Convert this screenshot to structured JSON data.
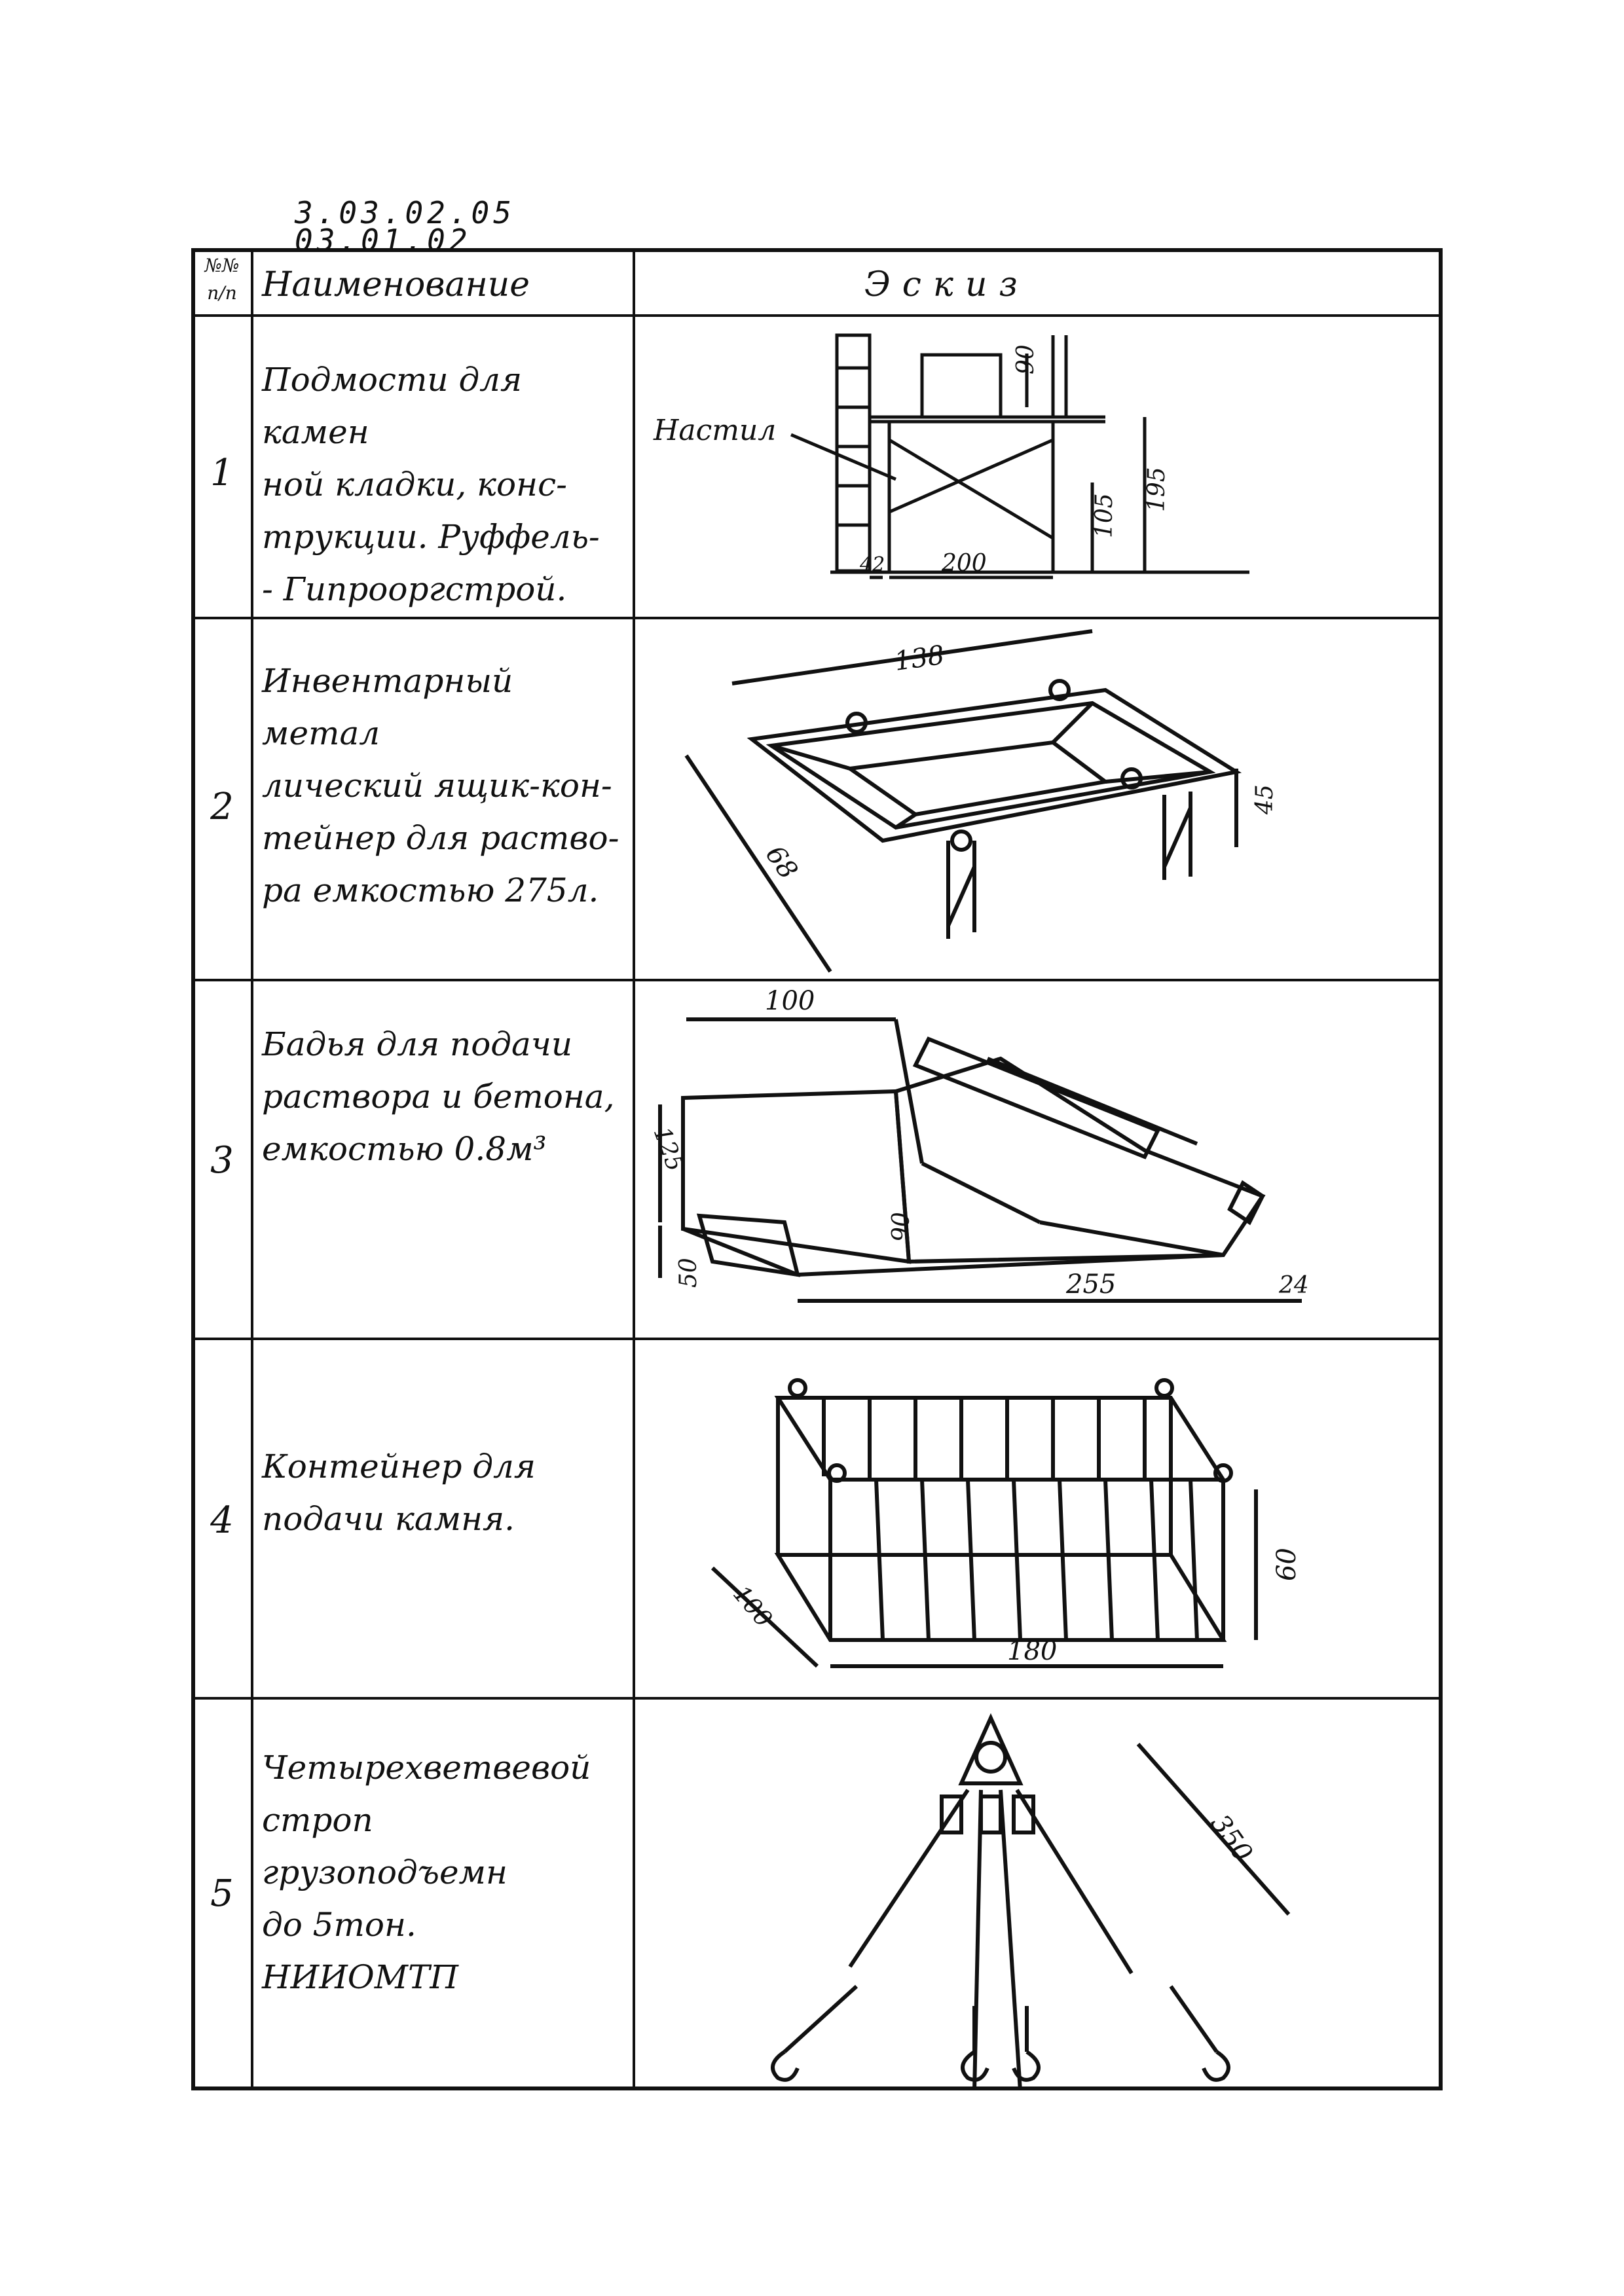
{
  "doc_code_line1": "3.03.02.05",
  "doc_code_line2": "03.01.02",
  "header": {
    "num": "№№\nп/п",
    "name": "Наименование",
    "sketch": "Эскиз"
  },
  "rows": [
    {
      "num": "1",
      "name": "Подмости для камен\nной кладки, конс-\nтрукции. Руффель-\n- Гипрооргстрой.",
      "labels": {
        "callout": "Настил",
        "d1": "90",
        "d2": "195",
        "d3": "105",
        "d4": "42",
        "d5": "200"
      }
    },
    {
      "num": "2",
      "name": "Инвентарный метал\nлический ящик-кон-\nтейнер для раство-\nра емкостью 275л.",
      "labels": {
        "d1": "138",
        "d2": "68",
        "d3": "45"
      }
    },
    {
      "num": "3",
      "name": "Бадья для подачи\nраствора и бетона,\nемкостью 0.8м³",
      "labels": {
        "d1": "100",
        "d2": "125",
        "d3": "50",
        "d4": "90",
        "d5": "255",
        "d6": "24"
      }
    },
    {
      "num": "4",
      "name": "Контейнер для\nподачи камня.",
      "labels": {
        "d1": "60",
        "d2": "100",
        "d3": "180"
      }
    },
    {
      "num": "5",
      "name": "Четырехветвевой\nстроп грузоподъемн\nдо 5тон.\nНИИОМТП",
      "labels": {
        "d1": "350"
      }
    }
  ]
}
